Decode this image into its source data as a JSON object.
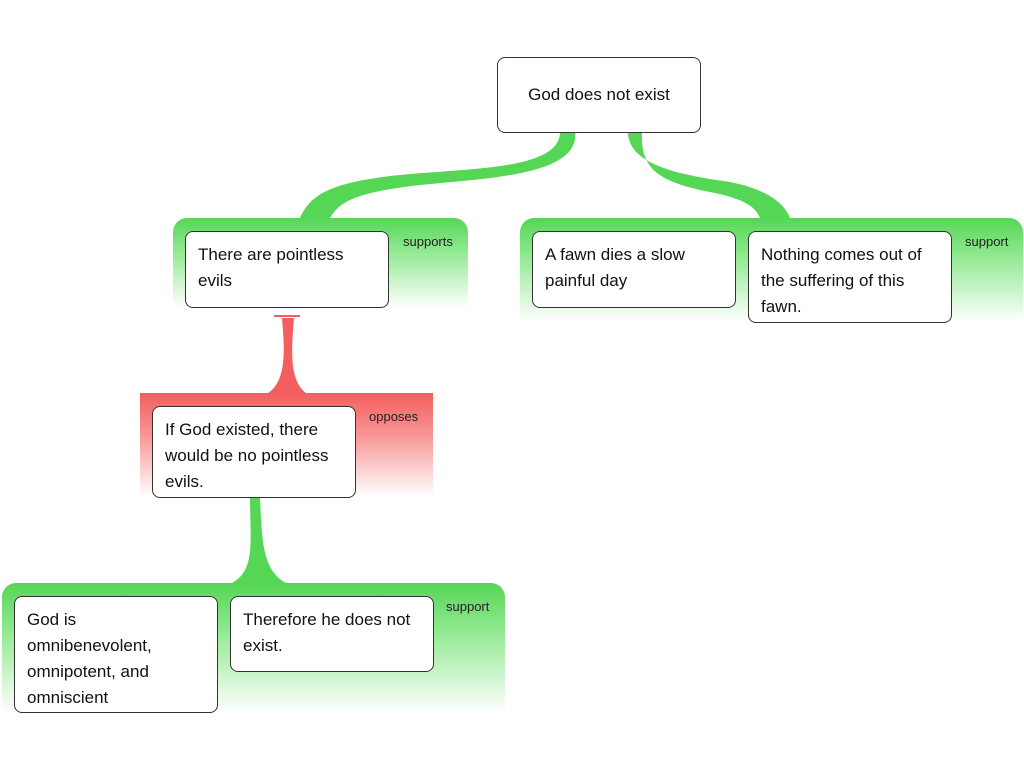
{
  "root": {
    "text": "God does not exist"
  },
  "groups": {
    "left_support": {
      "label": "supports"
    },
    "right_support": {
      "label": "support"
    },
    "oppose": {
      "label": "opposes"
    },
    "bottom_support": {
      "label": "support"
    }
  },
  "nodes": {
    "pointless_evils": "There are pointless evils",
    "fawn_dies": "A fawn dies a slow painful day",
    "nothing_comes_out": "Nothing comes out of the suffering of this fawn.",
    "if_god_existed": "If God existed, there would be no pointless evils.",
    "god_is_omni": "God is omnibenevolent, omnipotent, and omniscient",
    "therefore": "Therefore he does not exist."
  },
  "colors": {
    "support": "#55d655",
    "oppose": "#f45e5e"
  }
}
